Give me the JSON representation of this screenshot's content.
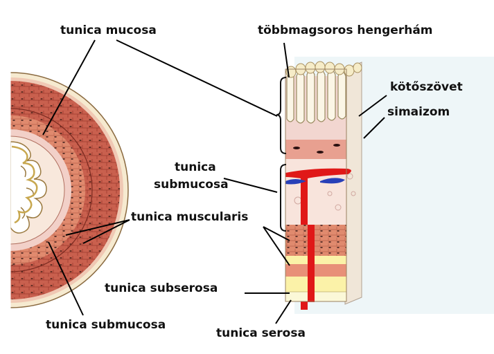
{
  "labels": {
    "mucosa_top": "tunica mucosa",
    "epithelium": "többmagsoros hengerhám",
    "connective": "kötőszövet",
    "smooth_muscle": "simaizom",
    "submucosa_right_l1": "tunica",
    "submucosa_right_l2": "submucosa",
    "muscularis": "tunica muscularis",
    "subserosa": "tunica subserosa",
    "submucosa_bottom": "tunica submucosa",
    "serosa": "tunica serosa"
  },
  "colors": {
    "muscle": "#c85a4a",
    "muscle_dark": "#9e3a2e",
    "mucosa": "#f2d6d0",
    "epithelium": "#f6ecc8",
    "serosa": "#fbf2a8",
    "artery": "#e01818",
    "vein": "#2840b8",
    "background_panel": "#eef6f8"
  }
}
